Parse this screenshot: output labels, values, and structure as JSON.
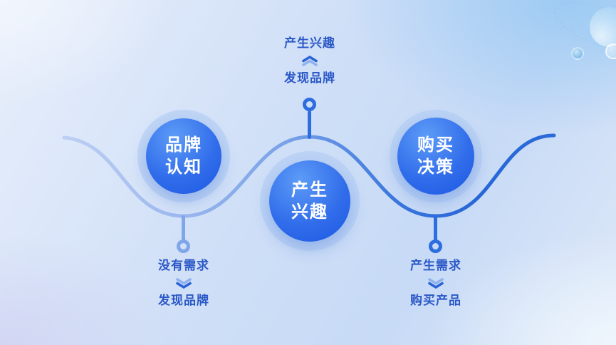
{
  "diagram": {
    "stages": [
      {
        "id": "brand-awareness",
        "lines": [
          "品牌",
          "认知"
        ]
      },
      {
        "id": "interest",
        "lines": [
          "产生",
          "兴趣"
        ]
      },
      {
        "id": "purchase-decision",
        "lines": [
          "购买",
          "决策"
        ]
      }
    ],
    "callouts": [
      {
        "id": "top",
        "text_top": "产生兴趣",
        "arrow": "up",
        "text_bottom": "发现品牌"
      },
      {
        "id": "bottom-left",
        "text_top": "没有需求",
        "arrow": "down",
        "text_bottom": "发现品牌"
      },
      {
        "id": "bottom-right",
        "text_top": "产生需求",
        "arrow": "down",
        "text_bottom": "购买产品"
      }
    ],
    "colors": {
      "accent_blue": "#2d6ddf",
      "wave_light": "#bdd0f3",
      "wave_dark": "#2b6bd9",
      "circle_gradient_top": "#5d9bf7",
      "circle_gradient_bottom": "#1c58e2",
      "halo_blue": "#b2cdf3",
      "callout_text_blue": "#2b58c7",
      "chevron_dark": "#2a63d6",
      "chevron_light": "#8fb1ec"
    }
  }
}
